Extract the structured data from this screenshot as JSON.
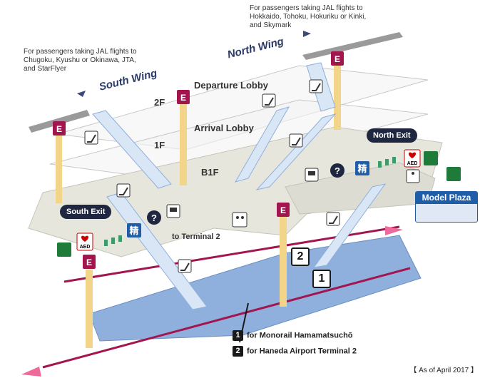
{
  "notes": {
    "north_flights": "For passengers taking JAL flights to\nHokkaido, Tohoku, Hokuriku or Kinki,\nand Skymark",
    "south_flights": "For passengers taking JAL flights to\nChugoku, Kyushu or Okinawa, JTA,\nand StarFlyer"
  },
  "wings": {
    "north": "North Wing",
    "south": "South Wing"
  },
  "lobbies": {
    "departure": "Departure Lobby",
    "arrival": "Arrival Lobby"
  },
  "floors": {
    "f2": "2F",
    "f1": "1F",
    "b1": "B1F"
  },
  "exits": {
    "north": "North Exit",
    "south": "South Exit"
  },
  "model_plaza": "Model Plaza",
  "to_terminal2": "to Terminal 2",
  "platform_numbers": {
    "p1": "1",
    "p2": "2"
  },
  "legend": [
    {
      "num": "1",
      "text": "for Monorail Hamamatsuchō"
    },
    {
      "num": "2",
      "text": "for Haneda Airport Terminal 2"
    }
  ],
  "as_of": "【 As of April 2017 】",
  "icons": {
    "elevator": "E",
    "aed": "AED",
    "fare_adjust": "精",
    "info": "?"
  },
  "colors": {
    "navy": "#1f2640",
    "track": "#a3154f",
    "platform_blue": "#8fb0dc",
    "concourse": "#e6e6dc",
    "elevator_red": "#a3154f",
    "pillar": "#f3d58a",
    "plaza_blue": "#1f5da8"
  }
}
